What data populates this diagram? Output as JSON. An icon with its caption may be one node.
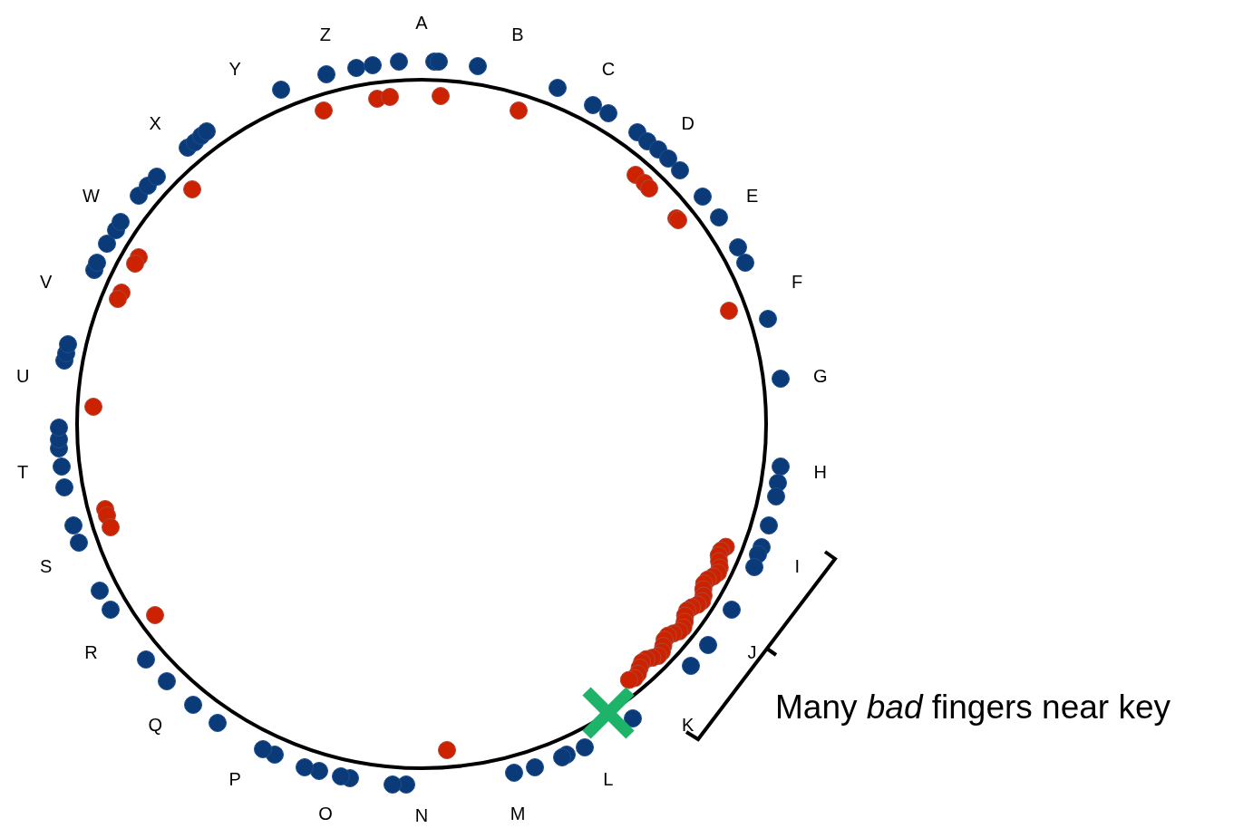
{
  "diagram": {
    "labels": [
      "A",
      "B",
      "C",
      "D",
      "E",
      "F",
      "G",
      "H",
      "I",
      "J",
      "K",
      "L",
      "M",
      "N",
      "O",
      "P",
      "Q",
      "R",
      "S",
      "T",
      "U",
      "V",
      "W",
      "X",
      "Y",
      "Z",
      "Many *bad* fingers near key"
    ]
  }
}
